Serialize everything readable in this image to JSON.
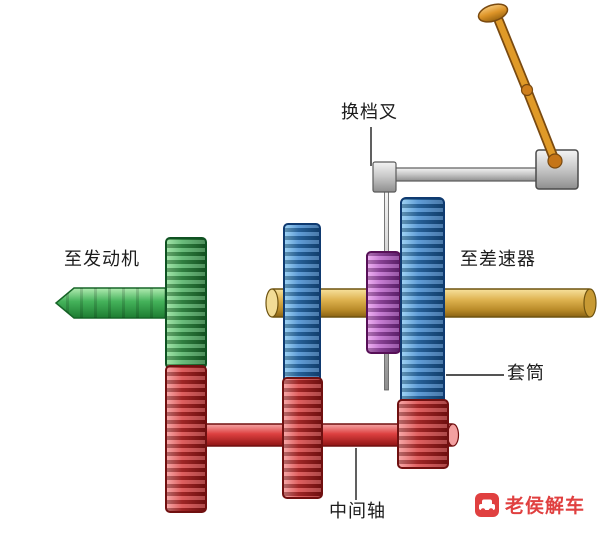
{
  "labels": {
    "shift_fork": "换档叉",
    "to_engine": "至发动机",
    "to_differential": "至差速器",
    "sleeve": "套筒",
    "countershaft": "中间轴"
  },
  "watermark": {
    "text": "老侯解车",
    "color": "#e04040"
  },
  "colors": {
    "input_shaft_green": "#44b25a",
    "main_shaft_gold": "#ddb14e",
    "countershaft_red": "#d63333",
    "gear_blue": "#3381cc",
    "sleeve_purple": "#b657c6",
    "linkage_gray": "#c6c6c6",
    "lever_orange": "#dd9428",
    "label_text": "#1c1c1c"
  }
}
